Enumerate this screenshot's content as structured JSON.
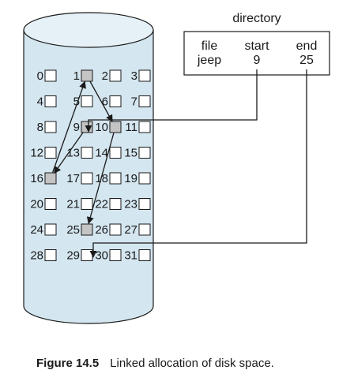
{
  "directory": {
    "title": "directory",
    "headers": [
      "file",
      "start",
      "end"
    ],
    "row": [
      "jeep",
      "9",
      "25"
    ]
  },
  "disk": {
    "blocks": [
      "0",
      "1",
      "2",
      "3",
      "4",
      "5",
      "6",
      "7",
      "8",
      "9",
      "10",
      "11",
      "12",
      "13",
      "14",
      "15",
      "16",
      "17",
      "18",
      "19",
      "20",
      "21",
      "22",
      "23",
      "24",
      "25",
      "26",
      "27",
      "28",
      "29",
      "30",
      "31"
    ],
    "allocated": [
      1,
      9,
      10,
      16,
      25
    ],
    "chain": [
      9,
      16,
      1,
      10,
      25
    ]
  },
  "caption": {
    "number": "Figure 14.5",
    "text": "Linked allocation of disk space."
  },
  "colors": {
    "cylinder_fill": "#d4e6f0",
    "cylinder_top": "#e6f1f7",
    "block_allocated": "#c4c4c4",
    "block_free": "#ffffff",
    "line": "#1a1a1a"
  }
}
